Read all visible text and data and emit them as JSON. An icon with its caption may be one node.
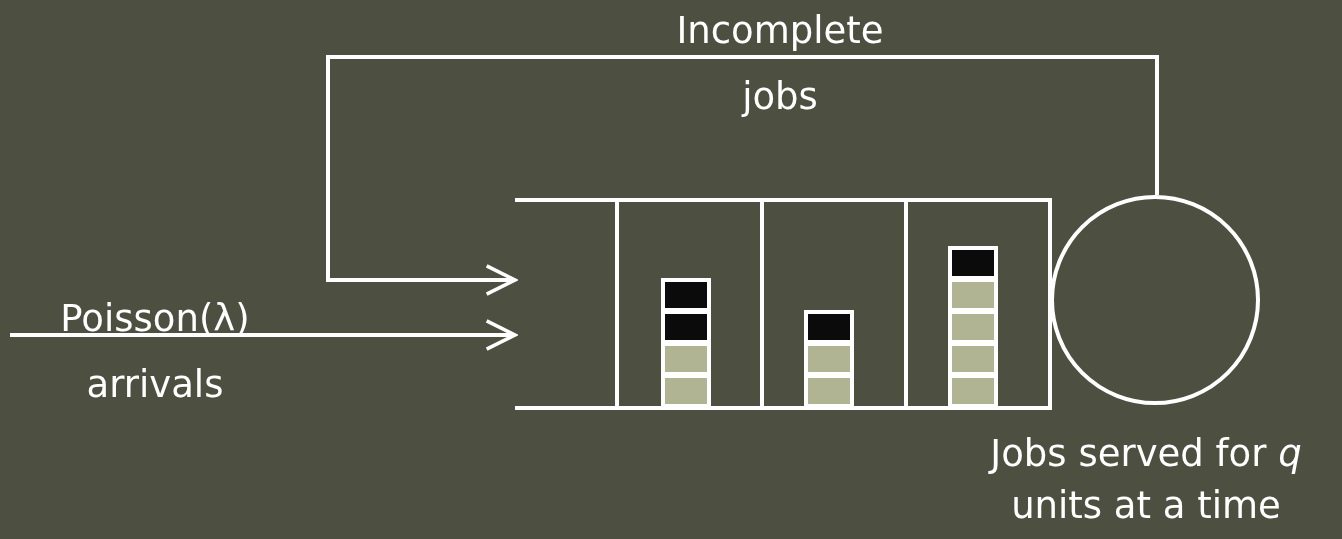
{
  "diagram": {
    "nodes": [
      {
        "text": [],
        "shape": "box"
      },
      {
        "text": [],
        "shape": "circle",
        "beside": [
          "Jobs served for *q* units at a time"
        ]
      }
    ],
    "edges": [
      {
        "from": 1,
        "to": 0,
        "arrow": "to",
        "label": "Incomplete jobs"
      },
      {
        "from": null,
        "to": 0,
        "arrow": "to",
        "label": "Poisson(λ) arrivals"
      }
    ]
  }
}
